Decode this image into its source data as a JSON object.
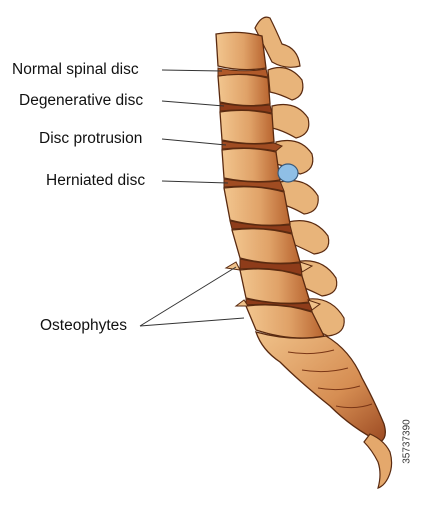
{
  "labels": {
    "normal": "Normal spinal disc",
    "degenerative": "Degenerative disc",
    "protrusion": "Disc protrusion",
    "herniated": "Herniated disc",
    "osteophytes": "Osteophytes"
  },
  "watermark_id": "35737390",
  "colors": {
    "bone_light": "#f0c28a",
    "bone_mid": "#d9904f",
    "bone_dark": "#a44a22",
    "outline": "#5a2a10",
    "hernia": "#8fbfe6",
    "leader": "#333333"
  }
}
